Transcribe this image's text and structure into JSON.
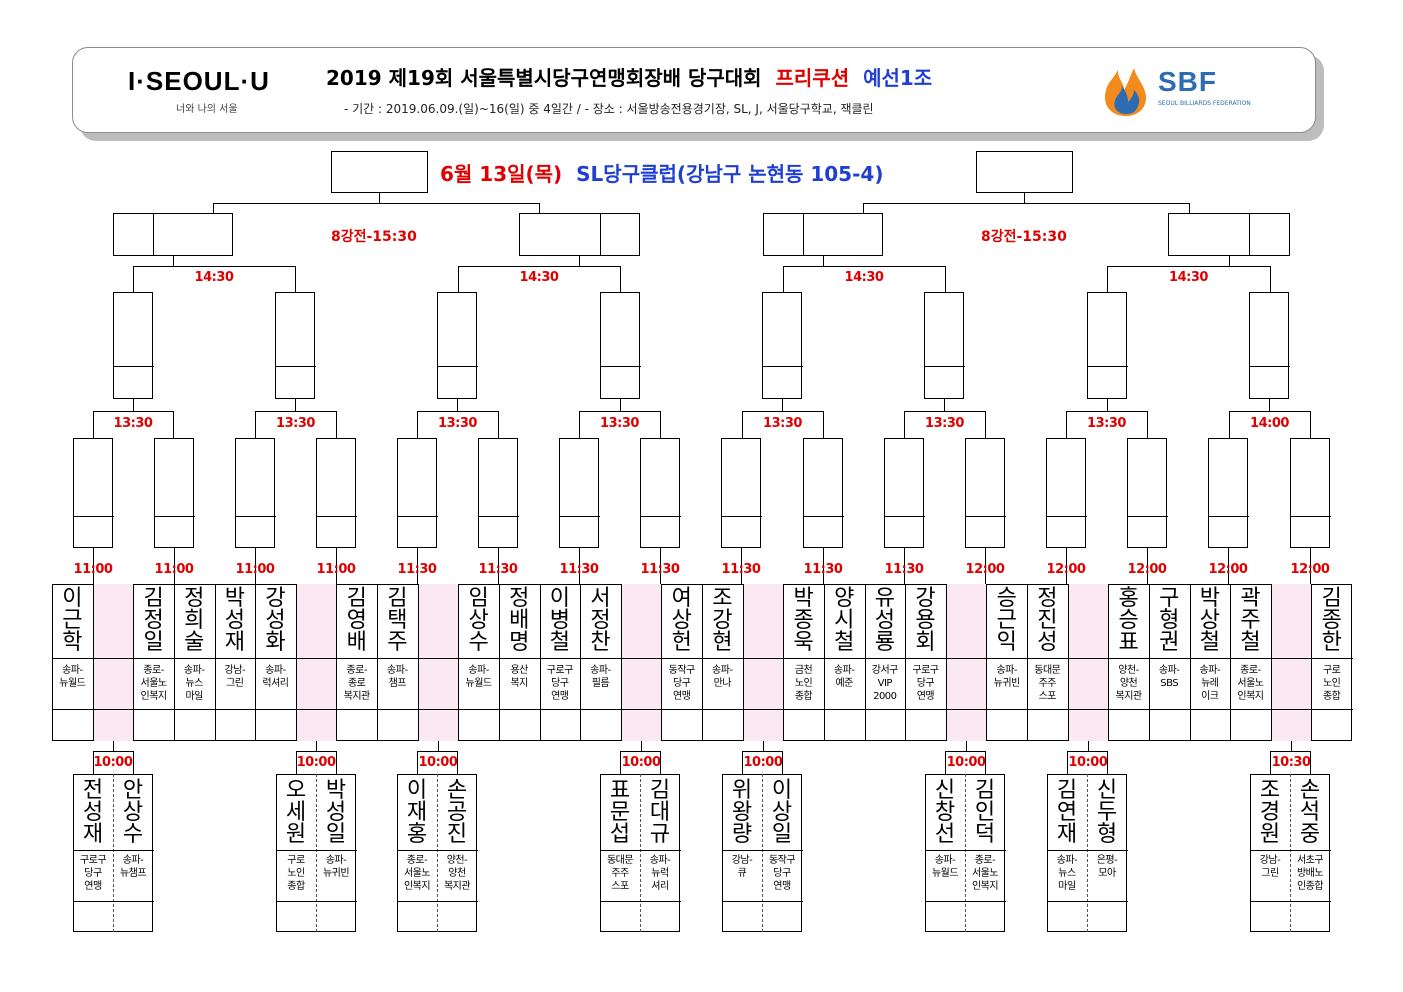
{
  "header": {
    "logo_left": "I·SEOUL·U",
    "logo_left_sub": "너와 나의 서울",
    "title_main": "2019  제19회  서울특별시당구연맹회장배  당구대회",
    "title_red": "프리쿠션",
    "title_blue": "예선1조",
    "period": "- 기간 : 2019.06.09.(일)~16(일) 중 4일간 / - 장소 : 서울방송전용경기장, SL, J, 서울당구학교, 잭클린",
    "logo_right": "SBF",
    "logo_right_sub": "SEOUL BILLIARDS FEDERATION"
  },
  "venue": {
    "date": "6월  13일(목)",
    "place": "SL당구클럽(강남구  논현동  105-4)"
  },
  "round8_label_left": "8강전-15:30",
  "round8_label_right": "8강전-15:30",
  "times_1430": [
    "14:30",
    "14:30",
    "14:30",
    "14:30"
  ],
  "times_r3": [
    "13:30",
    "13:30",
    "13:30",
    "13:30",
    "13:30",
    "13:30",
    "13:30",
    "14:00"
  ],
  "times_main": [
    "11:00",
    "11:00",
    "11:00",
    "11:00",
    "11:30",
    "11:30",
    "11:30",
    "11:30",
    "11:30",
    "11:30",
    "11:30",
    "12:00",
    "12:00",
    "12:00",
    "12:00",
    "12:00"
  ],
  "times_pre": [
    "10:00",
    "10:00",
    "10:00",
    "10:00",
    "10:00",
    "10:00",
    "10:00",
    "10:30"
  ],
  "main_row": [
    {
      "name": "이근학",
      "club": "송파-\n뉴월드"
    },
    {
      "name": "",
      "club": ""
    },
    {
      "name": "김정일",
      "club": "종로-\n서울노\n인복지"
    },
    {
      "name": "정희술",
      "club": "송파-\n뉴스\n마일"
    },
    {
      "name": "박성재",
      "club": "강남-\n그린"
    },
    {
      "name": "강성화",
      "club": "송파-\n럭셔리"
    },
    {
      "name": "",
      "club": ""
    },
    {
      "name": "김영배",
      "club": "종로-\n종로\n복지관"
    },
    {
      "name": "김택주",
      "club": "송파-\n챔프"
    },
    {
      "name": "",
      "club": ""
    },
    {
      "name": "임상수",
      "club": "송파-\n뉴월드"
    },
    {
      "name": "정배명",
      "club": "용산\n복지"
    },
    {
      "name": "이병철",
      "club": "구로구\n당구\n연맹"
    },
    {
      "name": "서정찬",
      "club": "송파-\n필름"
    },
    {
      "name": "",
      "club": ""
    },
    {
      "name": "여상헌",
      "club": "동작구\n당구\n연맹"
    },
    {
      "name": "조강현",
      "club": "송파-\n만나"
    },
    {
      "name": "",
      "club": ""
    },
    {
      "name": "박종욱",
      "club": "금천\n노인\n종합"
    },
    {
      "name": "양시철",
      "club": "송파-\n예준"
    },
    {
      "name": "유성룡",
      "club": "강서구\nVIP\n2000"
    },
    {
      "name": "강용회",
      "club": "구로구\n당구\n연맹"
    },
    {
      "name": "",
      "club": ""
    },
    {
      "name": "승근익",
      "club": "송파-\n뉴귀빈"
    },
    {
      "name": "정진성",
      "club": "동대문\n주주\n스포"
    },
    {
      "name": "",
      "club": ""
    },
    {
      "name": "홍승표",
      "club": "양천-\n양천\n복지관"
    },
    {
      "name": "구형권",
      "club": "송파-\nSBS"
    },
    {
      "name": "박상철",
      "club": "송파-\n뉴레\n이크"
    },
    {
      "name": "곽주철",
      "club": "종로-\n서울노\n인복지"
    },
    {
      "name": "",
      "club": ""
    },
    {
      "name": "김종한",
      "club": "구로\n노인\n종합"
    }
  ],
  "prelim": [
    {
      "a": {
        "name": "전성재",
        "club": "구로구\n당구\n연맹"
      },
      "b": {
        "name": "안상수",
        "club": "송파-\n뉴챔프"
      }
    },
    {
      "a": {
        "name": "오세원",
        "club": "구로\n노인\n종합"
      },
      "b": {
        "name": "박성일",
        "club": "송파-\n뉴귀빈"
      }
    },
    {
      "a": {
        "name": "이재홍",
        "club": "종로-\n서울노\n인복지"
      },
      "b": {
        "name": "손공진",
        "club": "양천-\n양천\n복지관"
      }
    },
    {
      "a": {
        "name": "표문섭",
        "club": "동대문\n주주\n스포"
      },
      "b": {
        "name": "김대규",
        "club": "송파-\n뉴럭\n셔리"
      }
    },
    {
      "a": {
        "name": "위왕량",
        "club": "강남-\n큐"
      },
      "b": {
        "name": "이상일",
        "club": "동작구\n당구\n연맹"
      }
    },
    {
      "a": {
        "name": "신창선",
        "club": "송파-\n뉴월드"
      },
      "b": {
        "name": "김인덕",
        "club": "종로-\n서울노\n인복지"
      }
    },
    {
      "a": {
        "name": "김연재",
        "club": "송파-\n뉴스\n마일"
      },
      "b": {
        "name": "신두형",
        "club": "은평-\n모아"
      }
    },
    {
      "a": {
        "name": "조경원",
        "club": "강남-\n그린"
      },
      "b": {
        "name": "손석중",
        "club": "서초구\n방배노\n인종합"
      }
    }
  ],
  "colors": {
    "accent_red": "#e00000",
    "accent_blue": "#1f3fd0",
    "pink": "#fae8f2",
    "sbf_blue": "#2b6cb3",
    "sbf_orange": "#f28a1c"
  },
  "icons": {
    "left_logo": "seoul-logo",
    "right_logo": "sbf-flame-logo"
  }
}
